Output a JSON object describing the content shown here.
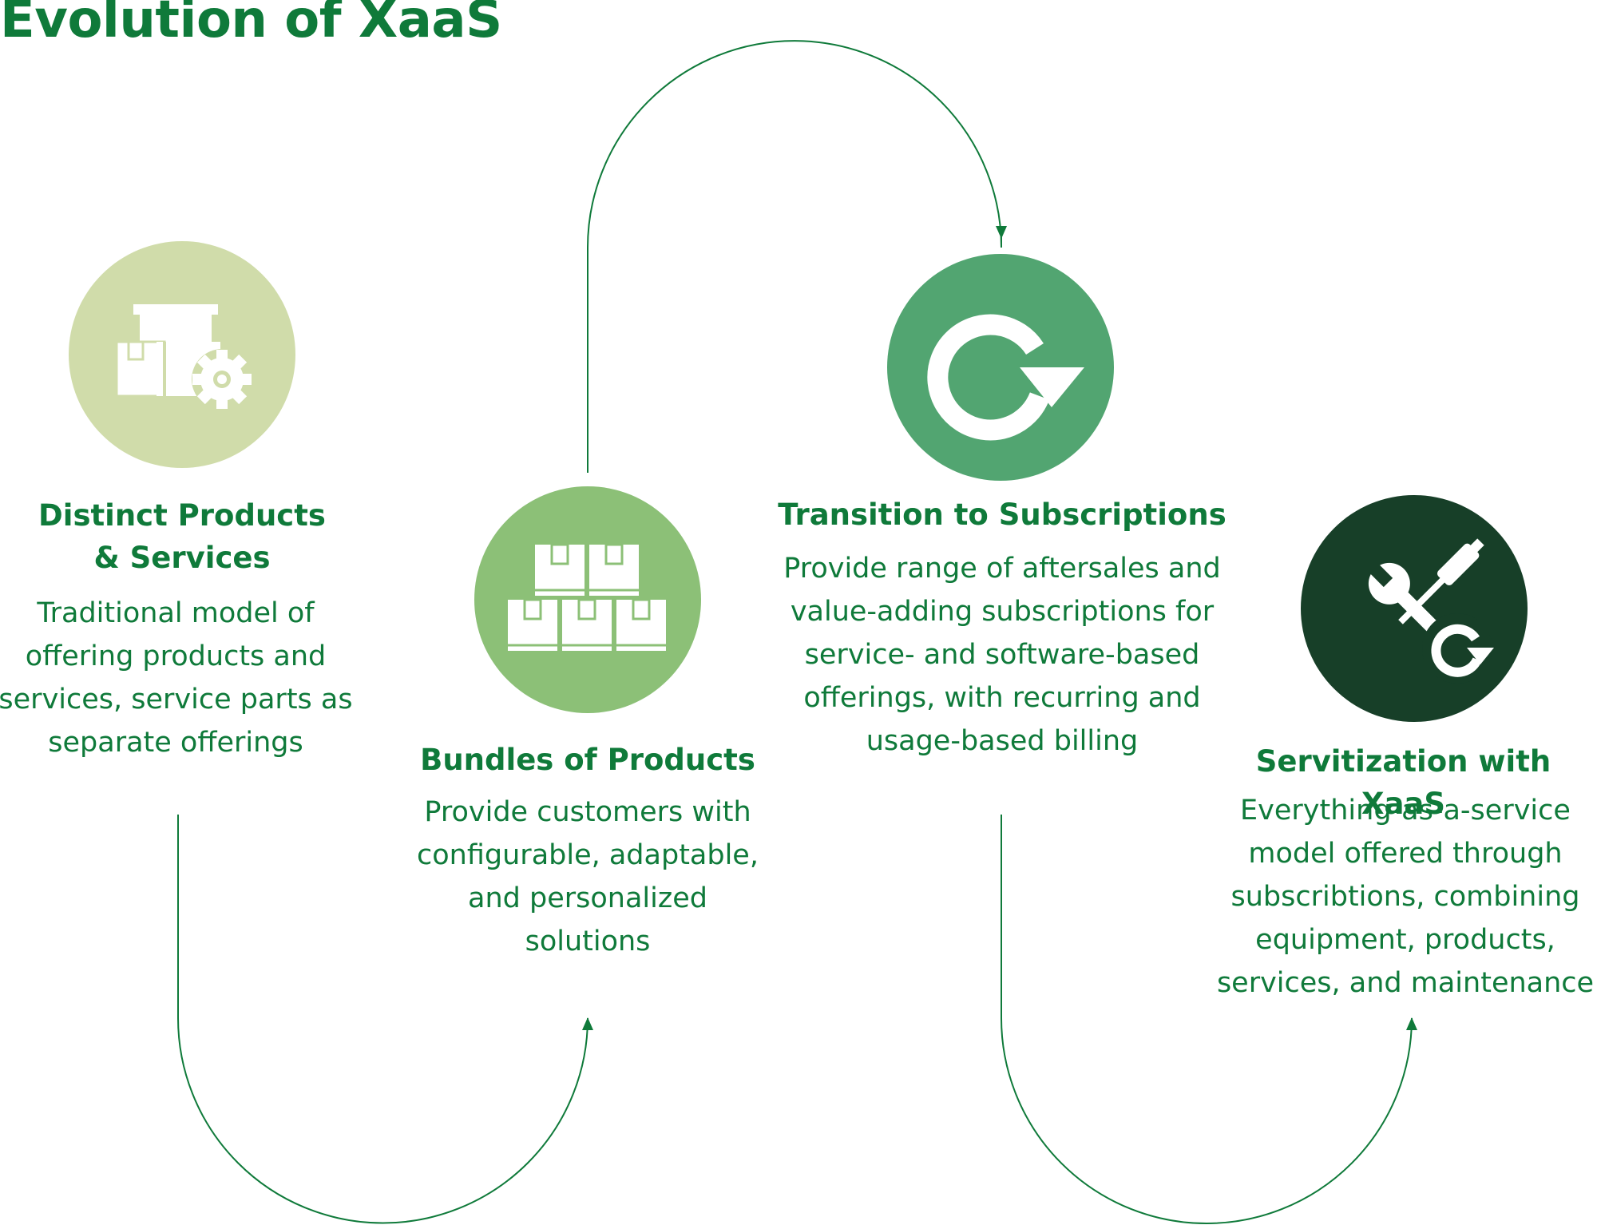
{
  "title": "Evolution of XaaS",
  "colors": {
    "primary_green": "#0f7a3a",
    "circle_light": "#d0dcaa",
    "circle_mid": "#8cc077",
    "circle_teal": "#52a571",
    "circle_dark": "#173f28"
  },
  "steps": [
    {
      "icon": "box-gear-icon",
      "title_line1": "Distinct Products",
      "title_line2": "& Services",
      "desc": [
        "Traditional model of",
        "offering products and",
        "services, service parts as",
        "separate offerings"
      ]
    },
    {
      "icon": "stacked-boxes-icon",
      "title_line1": "Bundles of Products",
      "desc": [
        "Provide customers with",
        "configurable, adaptable,",
        "and personalized",
        "solutions"
      ]
    },
    {
      "icon": "refresh-arrow-icon",
      "title_line1": "Transition to Subscriptions",
      "desc": [
        "Provide range of aftersales and",
        "value-adding subscriptions for",
        "service- and software-based",
        "offerings, with recurring and",
        "usage-based billing"
      ]
    },
    {
      "icon": "tools-refresh-icon",
      "title_line1": "Servitization with XaaS",
      "desc": [
        "Everything-as-a-service",
        "model offered through",
        "subscribtions, combining",
        "equipment, products,",
        "services, and maintenance"
      ]
    }
  ]
}
